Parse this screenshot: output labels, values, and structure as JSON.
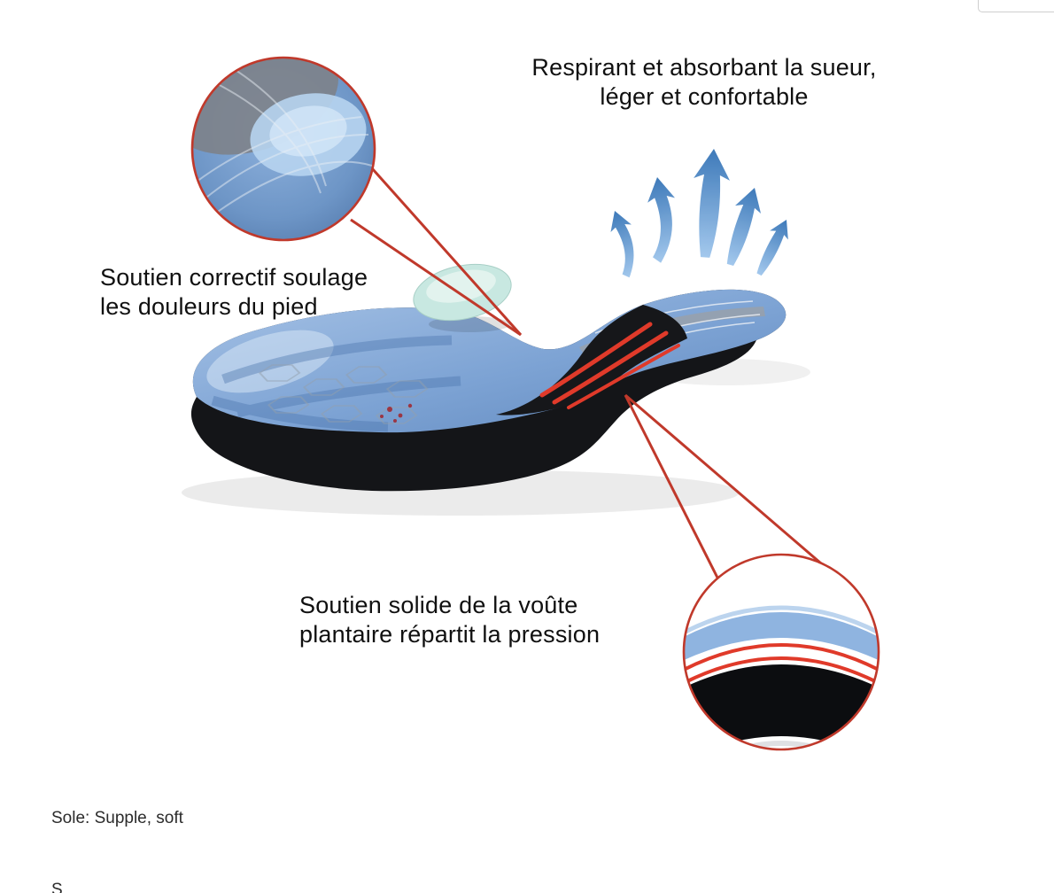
{
  "page": {
    "background": "#ffffff"
  },
  "top_right_fragment": {
    "border_color": "#cfcfcf"
  },
  "diagram": {
    "annotations": {
      "breathable": {
        "line1": "Respirant et absorbant la sueur,",
        "line2": "léger et confortable"
      },
      "corrective": {
        "line1": "Soutien correctif soulage",
        "line2": "les douleurs du pied"
      },
      "arch_support": {
        "line1": "Soutien solide de la voûte",
        "line2": "plantaire répartit la pression"
      }
    },
    "colors": {
      "text": "#101010",
      "leader_red": "#c0392b",
      "stripe_red": "#e03a2a",
      "arrow_blue": "#3f77b8",
      "insole_blue": "#7da3d4",
      "insole_black": "#141518",
      "pad_mint": "#c8e8e1"
    }
  },
  "specs": {
    "line1": "Sole: Supple, soft",
    "line2_fragment": "S"
  }
}
